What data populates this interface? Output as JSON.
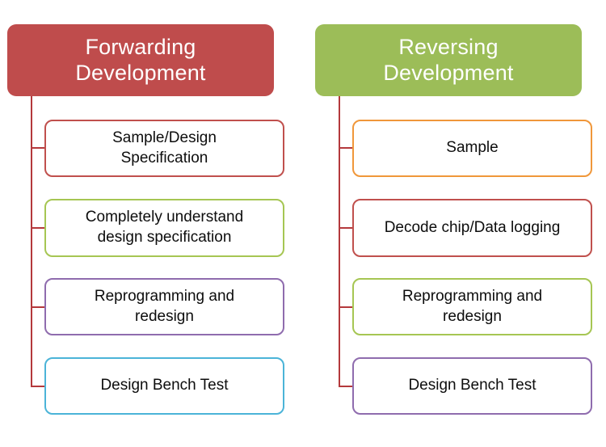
{
  "diagram": {
    "type": "two-column-tree",
    "background_color": "#ffffff",
    "connector_color": "#b4393c",
    "columns": [
      {
        "id": "forwarding",
        "header": {
          "title": "Forwarding\nDevelopment",
          "fill_color": "#bf4c4c",
          "text_color": "#ffffff"
        },
        "nodes": [
          {
            "label": "Sample/Design\nSpecification",
            "border_color": "#c0504d",
            "border_name": "red"
          },
          {
            "label": "Completely understand\ndesign specification",
            "border_color": "#a6c653",
            "border_name": "green"
          },
          {
            "label": "Reprogramming and\nredesign",
            "border_color": "#8f6cae",
            "border_name": "purple"
          },
          {
            "label": "Design Bench Test",
            "border_color": "#4bb4d8",
            "border_name": "cyan"
          }
        ]
      },
      {
        "id": "reversing",
        "header": {
          "title": "Reversing\nDevelopment",
          "fill_color": "#9cbd58",
          "text_color": "#ffffff"
        },
        "nodes": [
          {
            "label": "Sample",
            "border_color": "#f0973a",
            "border_name": "orange"
          },
          {
            "label": "Decode chip/Data logging",
            "border_color": "#c0504d",
            "border_name": "red"
          },
          {
            "label": "Reprogramming and\nredesign",
            "border_color": "#a6c653",
            "border_name": "green"
          },
          {
            "label": "Design Bench Test",
            "border_color": "#8f6cae",
            "border_name": "purple"
          }
        ]
      }
    ]
  }
}
